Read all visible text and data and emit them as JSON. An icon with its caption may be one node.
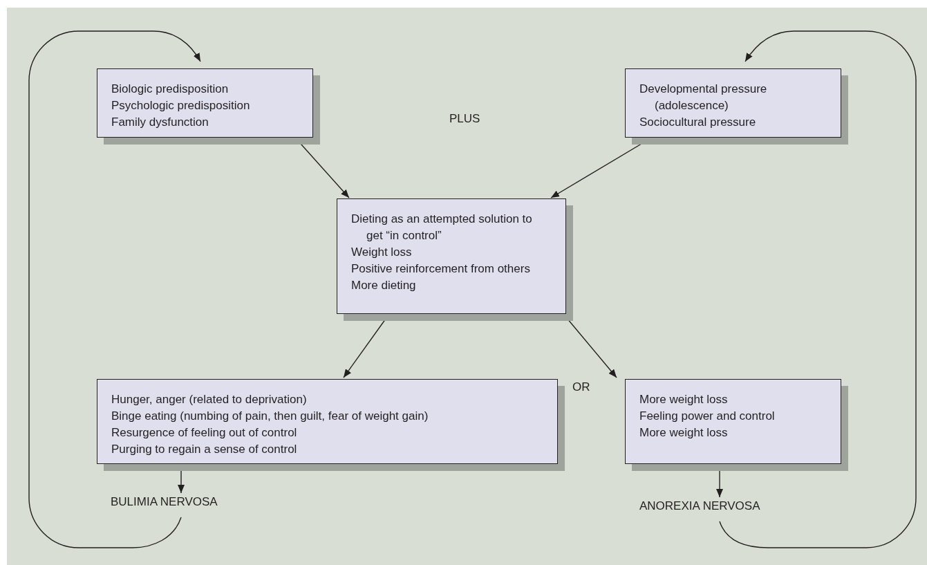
{
  "diagram": {
    "nodes": [
      {
        "text": [
          "Biologic predisposition",
          "Psychologic predisposition",
          "Family dysfunction"
        ]
      },
      {
        "text": [
          "Developmental pressure (adolescence)",
          "Sociocultural pressure"
        ]
      },
      {
        "text": [
          "Dieting as an attempted solution to get “in control”",
          "Weight loss",
          "Positive reinforcement from others",
          "More dieting"
        ]
      },
      {
        "text": [
          "Hunger, anger (related to deprivation)",
          "Binge eating (numbing of pain, then guilt, fear of weight gain)",
          "Resurgence of feeling out of control",
          "Purging to regain a sense of control"
        ]
      },
      {
        "text": [
          "More weight loss",
          "Feeling power and control",
          "More weight loss"
        ]
      },
      {
        "text": [
          "BULIMIA NERVOSA"
        ]
      },
      {
        "text": [
          "ANOREXIA NERVOSA"
        ]
      }
    ],
    "edges": [
      {
        "from": 0,
        "to": 2,
        "arrow": "to"
      },
      {
        "from": 1,
        "to": 2,
        "arrow": "to"
      },
      {
        "from": 2,
        "to": 3,
        "arrow": "to"
      },
      {
        "from": 2,
        "to": 4,
        "arrow": "to"
      },
      {
        "from": 3,
        "to": 5,
        "arrow": "to"
      },
      {
        "from": 4,
        "to": 6,
        "arrow": "to"
      },
      {
        "from": 5,
        "to": 0,
        "arrow": "to"
      },
      {
        "from": 6,
        "to": 1,
        "arrow": "to"
      }
    ],
    "labels": [
      "PLUS",
      "OR"
    ]
  }
}
